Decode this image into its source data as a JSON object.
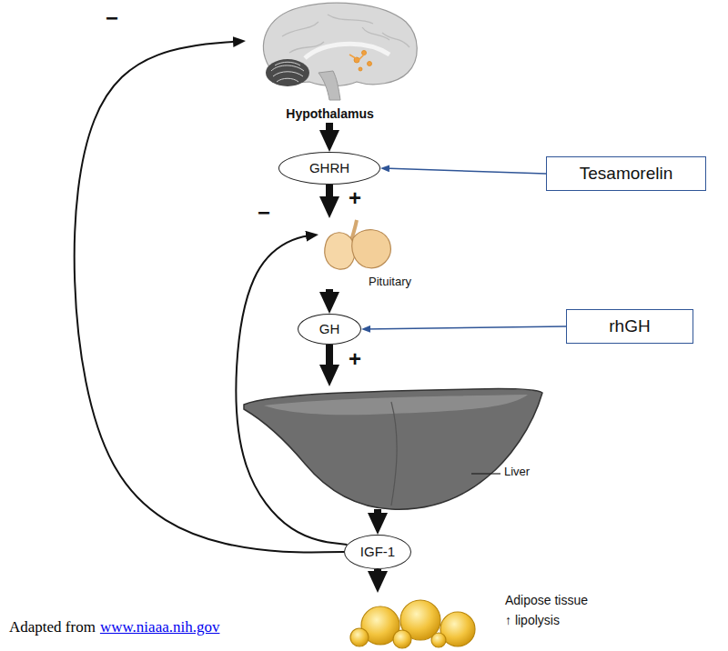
{
  "diagram": {
    "nodes": [
      {
        "text": [
          "Hypothalamus"
        ]
      },
      {
        "text": [
          "GHRH"
        ]
      },
      {
        "text": [
          "Tesamorelin"
        ]
      },
      {
        "text": [
          "Pituitary"
        ]
      },
      {
        "text": [
          "GH"
        ]
      },
      {
        "text": [
          "rhGH"
        ]
      },
      {
        "text": [
          "Liver"
        ]
      },
      {
        "text": [
          "IGF-1"
        ]
      },
      {
        "text": [
          "Adipose tissue",
          "↑ lipolysis"
        ]
      }
    ],
    "edges": [
      {
        "from": 0,
        "to": 1,
        "arrow": "to"
      },
      {
        "from": 2,
        "to": 1,
        "arrow": "to"
      },
      {
        "from": 1,
        "to": 3,
        "label": "+",
        "arrow": "to"
      },
      {
        "from": 3,
        "to": 4,
        "arrow": "to"
      },
      {
        "from": 5,
        "to": 4,
        "arrow": "to"
      },
      {
        "from": 4,
        "to": 6,
        "label": "+",
        "arrow": "to"
      },
      {
        "from": 6,
        "to": 7,
        "arrow": "to"
      },
      {
        "from": 7,
        "to": 8,
        "arrow": "to"
      },
      {
        "from": 7,
        "to": 0,
        "label": "−",
        "arrow": "to"
      },
      {
        "from": 7,
        "to": 3,
        "label": "−",
        "arrow": "to"
      }
    ],
    "labels": [
      "Adapted from",
      "www.niaaa.nih.gov"
    ]
  }
}
